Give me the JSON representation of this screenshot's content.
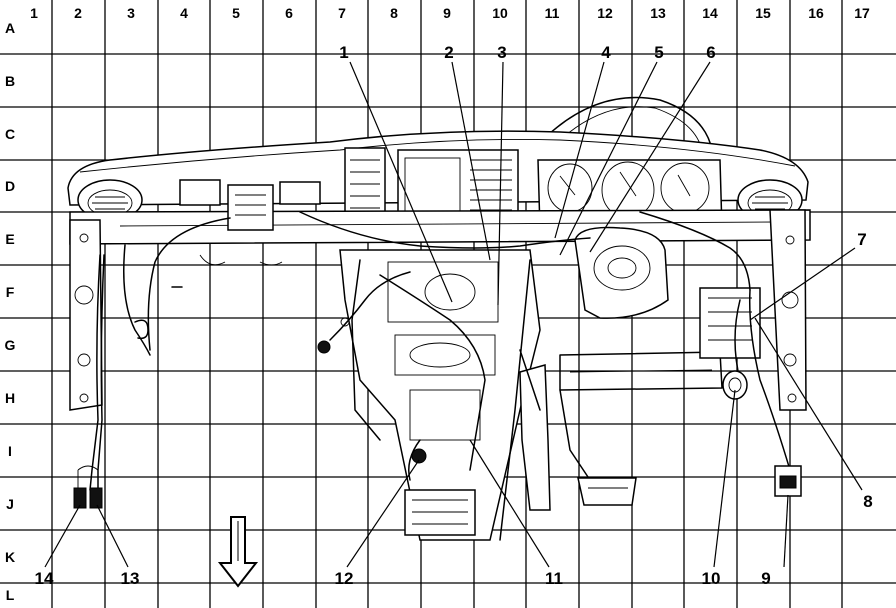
{
  "grid": {
    "columns": [
      "1",
      "2",
      "3",
      "4",
      "5",
      "6",
      "7",
      "8",
      "9",
      "10",
      "11",
      "12",
      "13",
      "14",
      "15",
      "16",
      "17"
    ],
    "rows": [
      "A",
      "B",
      "C",
      "D",
      "E",
      "F",
      "G",
      "H",
      "I",
      "J",
      "K",
      "L"
    ]
  },
  "callouts": [
    "1",
    "2",
    "3",
    "4",
    "5",
    "6",
    "7",
    "8",
    "9",
    "10",
    "11",
    "12",
    "13",
    "14"
  ],
  "direction_arrow": "down-arrow"
}
